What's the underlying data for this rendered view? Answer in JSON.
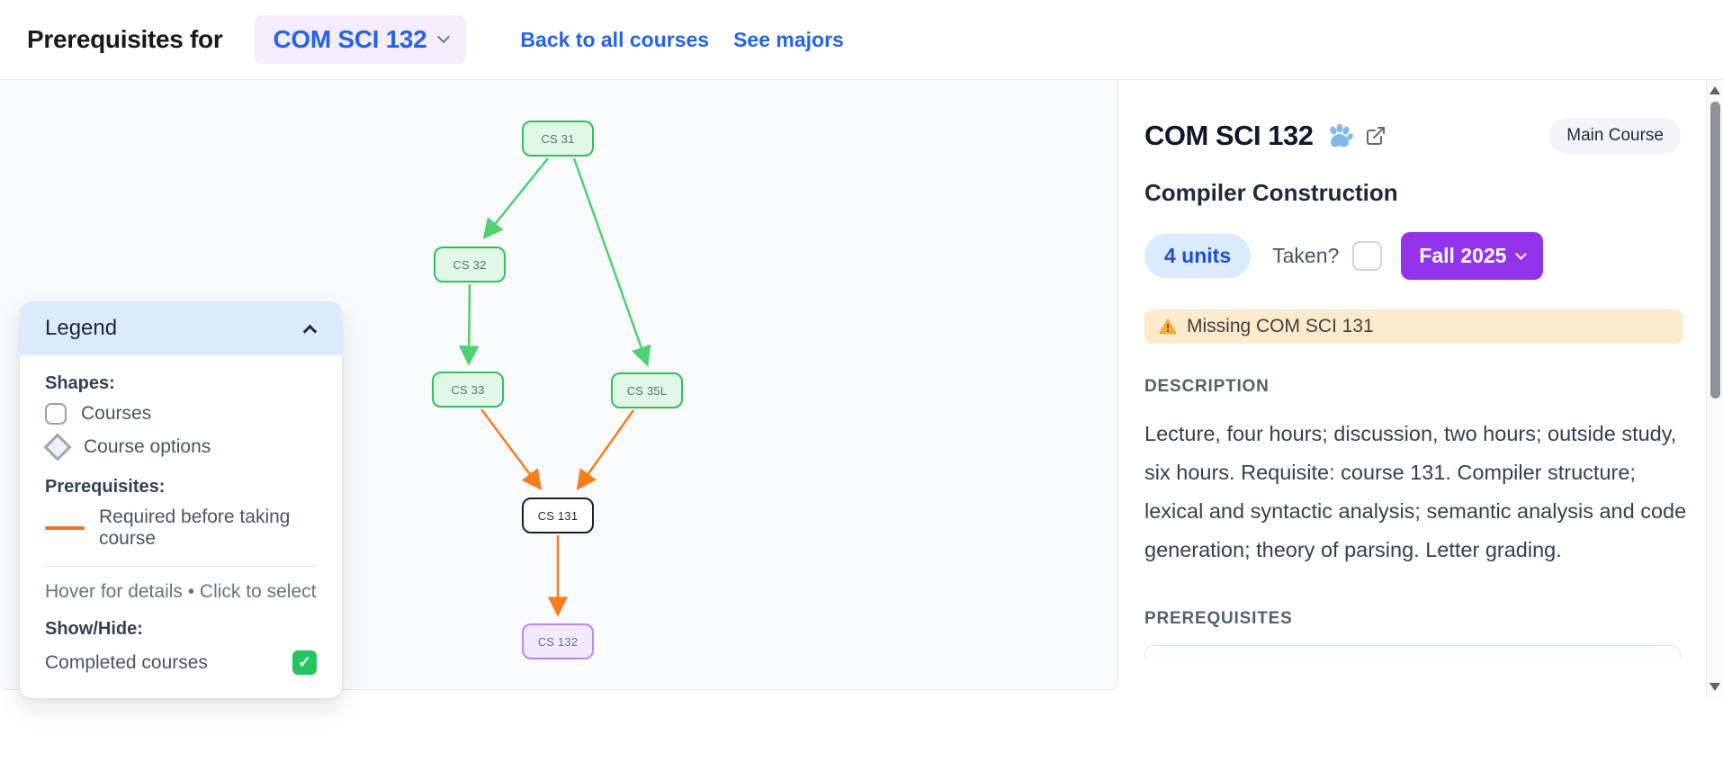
{
  "header": {
    "title": "Prerequisites for",
    "course_selector": {
      "label": "COM SCI 132"
    },
    "links": {
      "back": "Back to all courses",
      "majors": "See majors"
    }
  },
  "graph": {
    "nodes": [
      {
        "id": "cs31",
        "label": "CS 31",
        "status": "completed"
      },
      {
        "id": "cs32",
        "label": "CS 32",
        "status": "completed"
      },
      {
        "id": "cs33",
        "label": "CS 33",
        "status": "completed"
      },
      {
        "id": "cs35l",
        "label": "CS 35L",
        "status": "completed"
      },
      {
        "id": "cs131",
        "label": "CS 131",
        "status": "missing"
      },
      {
        "id": "cs132",
        "label": "CS 132",
        "status": "main-course"
      }
    ],
    "edges": [
      {
        "from": "CS 31",
        "to": "CS 32",
        "type": "completed-path"
      },
      {
        "from": "CS 31",
        "to": "CS 35L",
        "type": "completed-path"
      },
      {
        "from": "CS 32",
        "to": "CS 33",
        "type": "completed-path"
      },
      {
        "from": "CS 33",
        "to": "CS 131",
        "type": "required-before"
      },
      {
        "from": "CS 35L",
        "to": "CS 131",
        "type": "required-before"
      },
      {
        "from": "CS 131",
        "to": "CS 132",
        "type": "required-before"
      }
    ]
  },
  "legend": {
    "title": "Legend",
    "shapes_label": "Shapes:",
    "courses_label": "Courses",
    "course_options_label": "Course options",
    "prerequisites_label": "Prerequisites:",
    "required_label": "Required before taking course",
    "hint": "Hover for details • Click to select",
    "show_hide_label": "Show/Hide:",
    "completed_label": "Completed courses",
    "completed_checked": true
  },
  "details": {
    "course_code": "COM SCI 132",
    "badge": "Main Course",
    "course_title": "Compiler Construction",
    "units": "4 units",
    "taken_label": "Taken?",
    "taken_checked": false,
    "term": "Fall 2025",
    "warning": "Missing COM SCI 131",
    "description_heading": "DESCRIPTION",
    "description": "Lecture, four hours; discussion, two hours; outside study, six hours. Requisite: course 131. Compiler structure; lexical and syntactic analysis; semantic analysis and code generation; theory of parsing. Letter grading.",
    "prerequisites_heading": "PREREQUISITES"
  },
  "icons": {
    "course_selector": "chevron-down-icon",
    "legend_collapse": "chevron-up-icon",
    "paw": "paw-icon",
    "external": "external-link-icon",
    "warning": "warning-triangle-icon",
    "completed_check": "check-icon",
    "term_button": "chevron-down-icon",
    "scrollbar": [
      "scroll-up-arrow-icon",
      "scroll-down-arrow-icon"
    ]
  },
  "colors": {
    "link_blue": "#2563eb",
    "pill_lavender_bg": "#f5edfd",
    "completed_green_border": "#2fc157",
    "completed_green_fill": "#e1f7e8",
    "edge_green": "#4ed16f",
    "edge_orange": "#f97d1c",
    "main_purple_fill": "#f3e9fd",
    "main_purple_border": "#c084fc",
    "term_button_purple": "#9333ea",
    "units_blue_bg": "#dbeafe",
    "units_blue_text": "#1d4ed8",
    "warning_bg": "#fdeacd",
    "legend_header_bg": "#dbeafe",
    "checkbox_green": "#22c55e",
    "canvas_bg": "#f8fafc"
  }
}
